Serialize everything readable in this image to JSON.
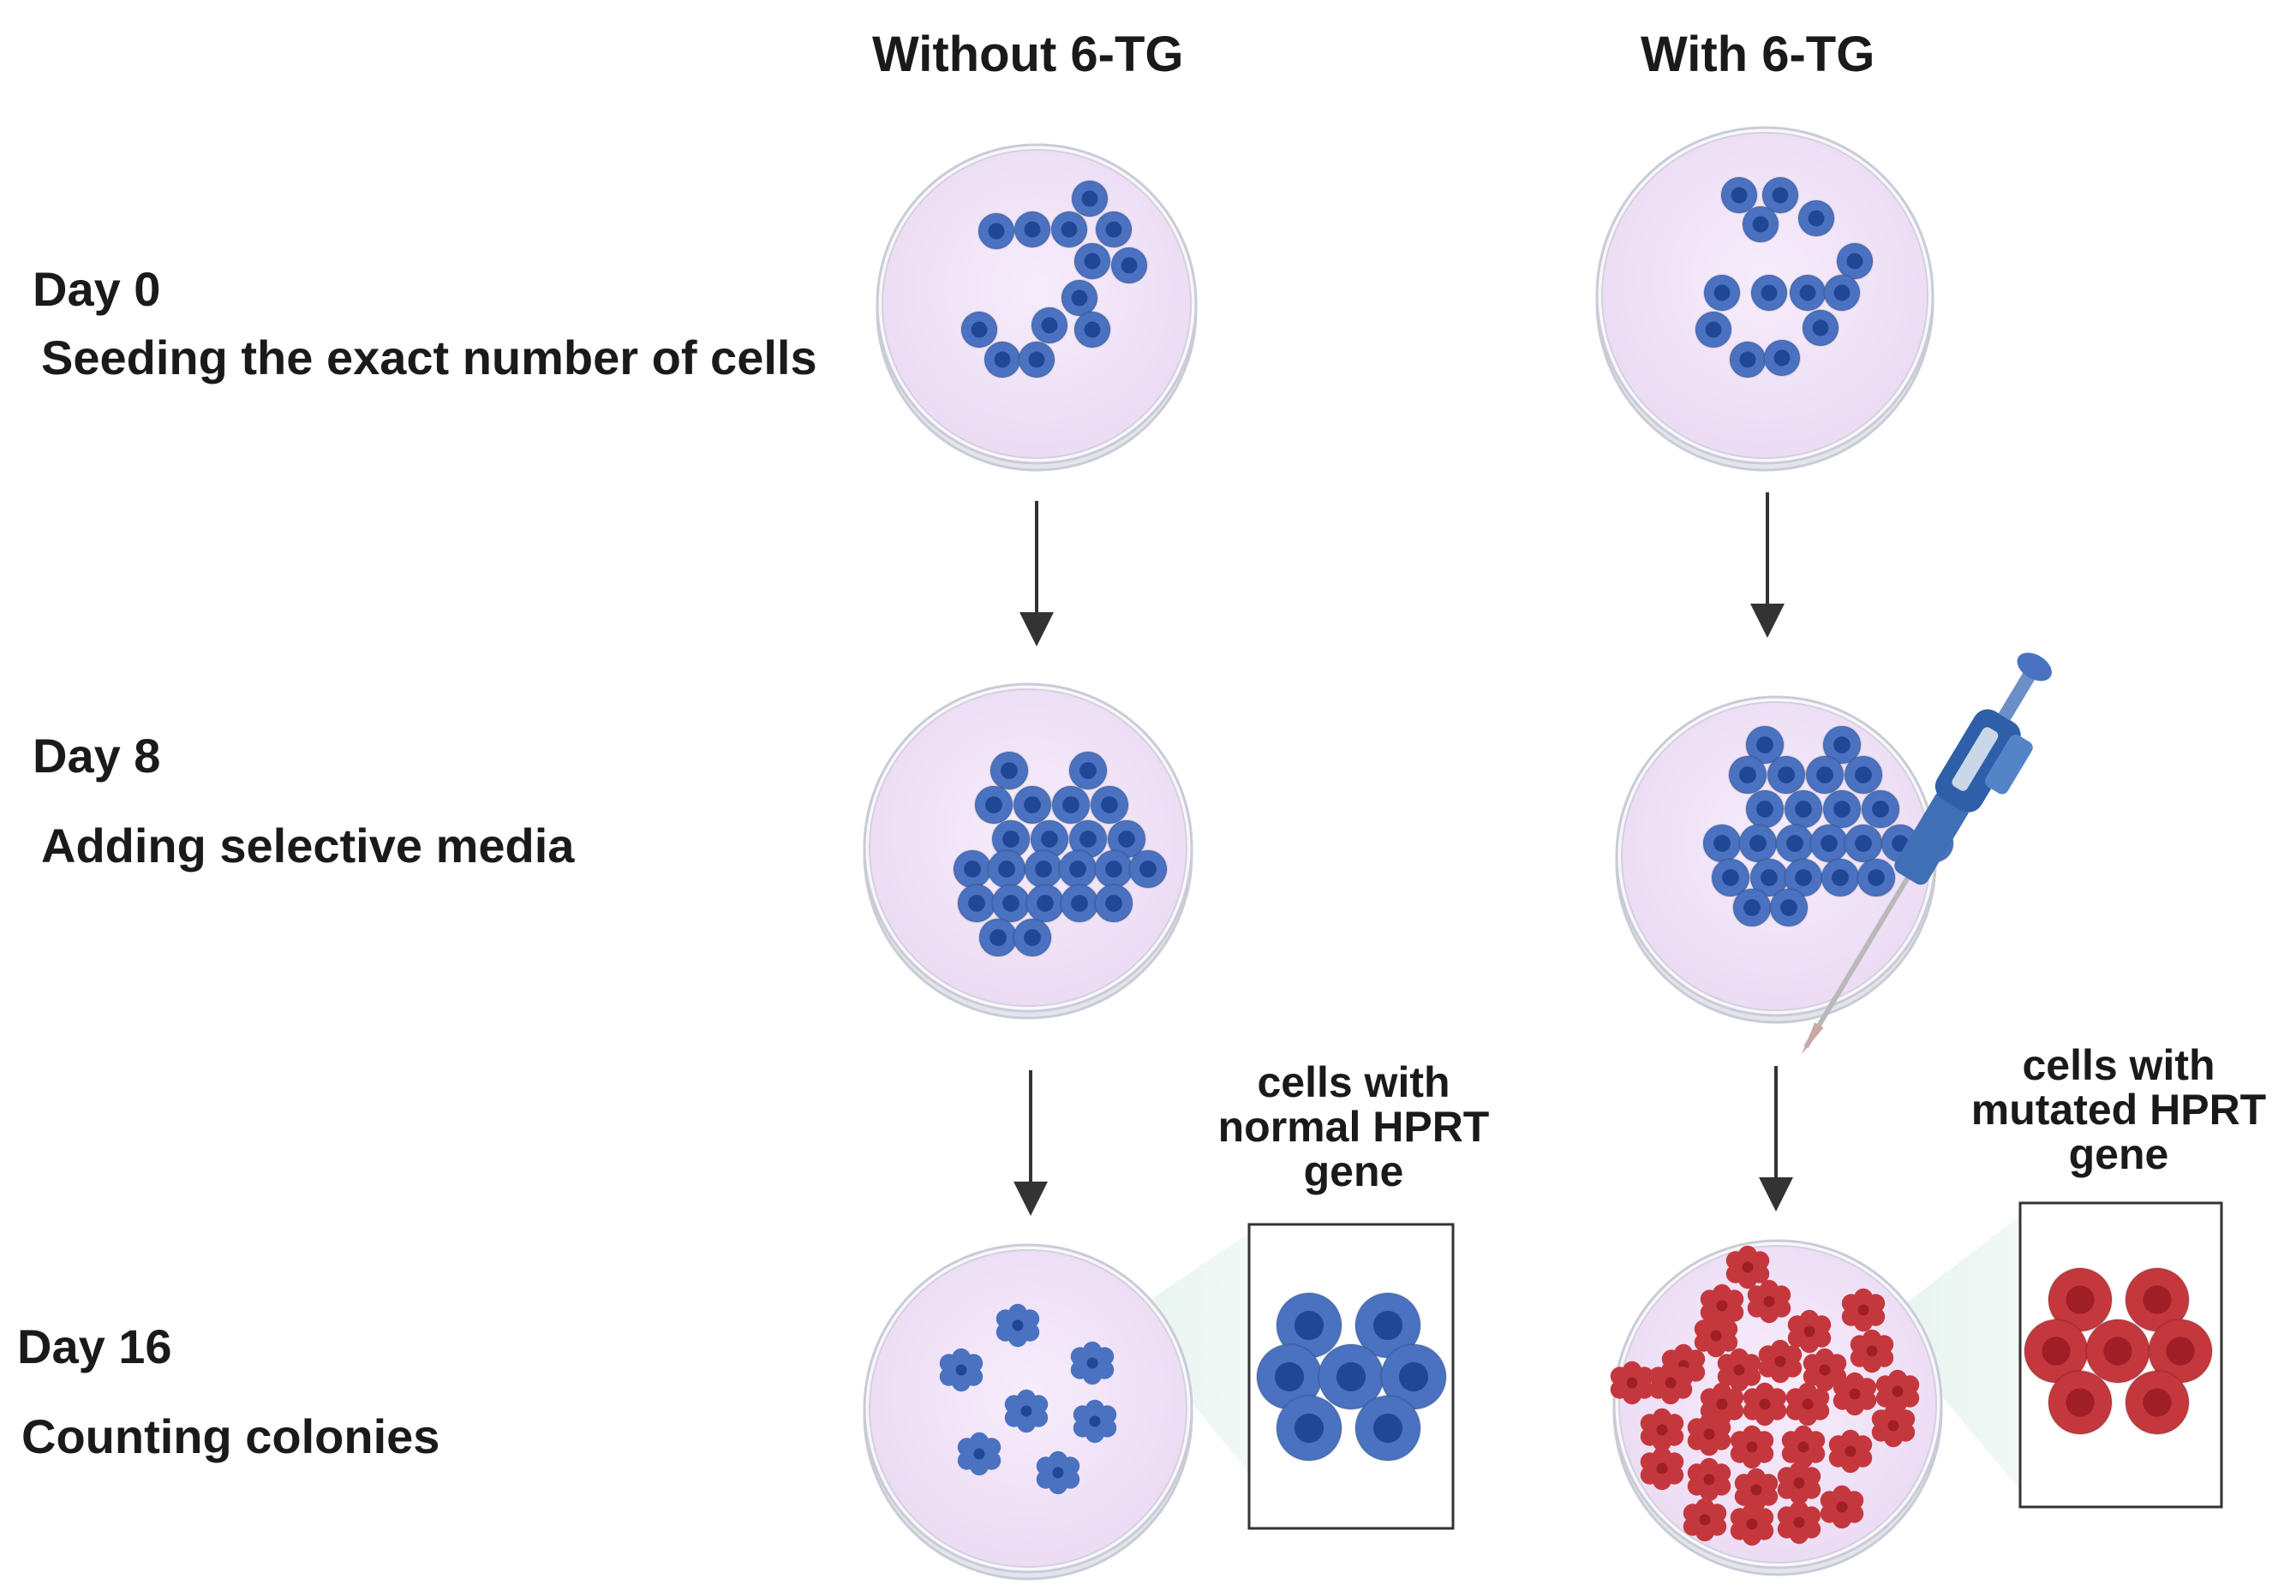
{
  "columns": {
    "without": "Without 6-TG",
    "with": "With 6-TG"
  },
  "rows": {
    "day0": {
      "day": "Day 0",
      "desc": "Seeding the exact number of cells"
    },
    "day8": {
      "day": "Day 8",
      "desc": "Adding selective media"
    },
    "day16": {
      "day": "Day 16",
      "desc": "Counting colonies"
    }
  },
  "insets": {
    "normal": {
      "line1": "cells with",
      "line2": "normal HPRT",
      "line3": "gene"
    },
    "mutated": {
      "line1": "cells with",
      "line2": "mutated HPRT",
      "line3": "gene"
    }
  },
  "colors": {
    "dish_fill": "#f3e6f9",
    "dish_rim": "#c9ccd6",
    "cell_blue": "#4a72c0",
    "cell_blue_dark": "#2d4d94",
    "nucleus_blue": "#1f4796",
    "cell_red": "#c4383d",
    "nucleus_red": "#a01e26",
    "arrow": "#333333"
  }
}
